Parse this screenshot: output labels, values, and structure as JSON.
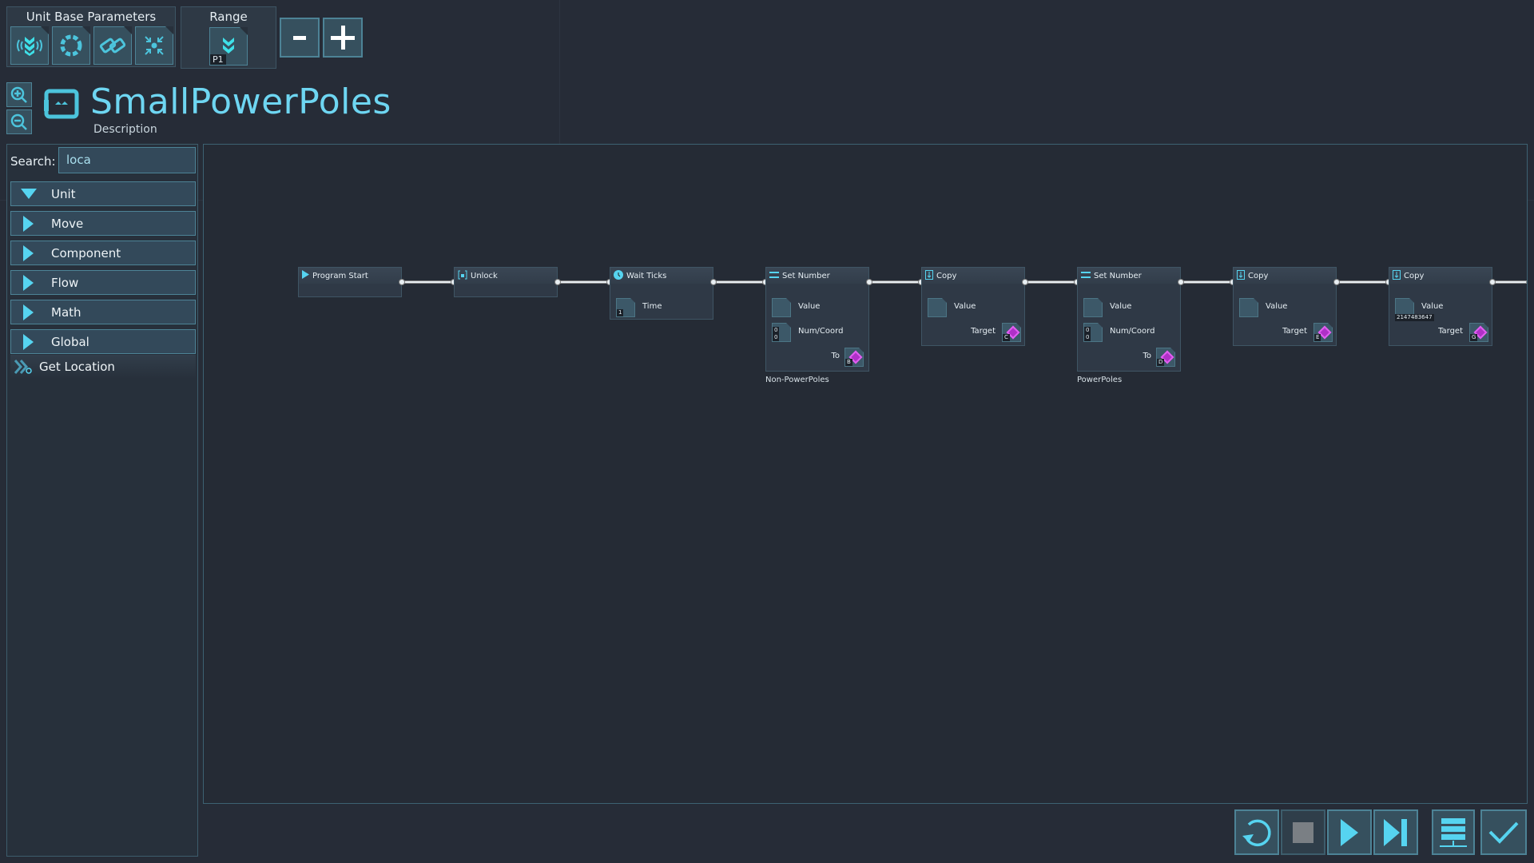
{
  "unit_base_parameters": {
    "title": "Unit Base Parameters",
    "icons": [
      "signal-icon",
      "portal-icon",
      "link-icon",
      "compress-icon"
    ]
  },
  "range": {
    "title": "Range",
    "badge": "P1"
  },
  "program": {
    "title": "SmallPowerPoles",
    "description": "Description"
  },
  "search": {
    "label": "Search:",
    "value": "loca"
  },
  "categories": [
    {
      "label": "Unit",
      "expanded": true
    },
    {
      "label": "Move",
      "expanded": false
    },
    {
      "label": "Component",
      "expanded": false
    },
    {
      "label": "Flow",
      "expanded": false
    },
    {
      "label": "Math",
      "expanded": false
    },
    {
      "label": "Global",
      "expanded": false
    }
  ],
  "search_result": "Get Location",
  "nodes": [
    {
      "type": "start",
      "title": "Program Start",
      "params": []
    },
    {
      "type": "unlock",
      "title": "Unlock",
      "params": []
    },
    {
      "type": "wait",
      "title": "Wait Ticks",
      "params": [
        {
          "label": "Time",
          "value": "1"
        }
      ]
    },
    {
      "type": "set",
      "title": "Set Number",
      "params": [
        {
          "label": "Value"
        },
        {
          "label": "Num/Coord",
          "value": "0\n0"
        },
        {
          "label": "To",
          "tag": "B"
        }
      ],
      "footer": "Non-PowerPoles"
    },
    {
      "type": "copy",
      "title": "Copy",
      "params": [
        {
          "label": "Value"
        },
        {
          "label": "Target",
          "tag": "C"
        }
      ]
    },
    {
      "type": "set",
      "title": "Set Number",
      "params": [
        {
          "label": "Value"
        },
        {
          "label": "Num/Coord",
          "value": "0\n0"
        },
        {
          "label": "To",
          "tag": "D"
        }
      ],
      "footer": "PowerPoles"
    },
    {
      "type": "copy",
      "title": "Copy",
      "params": [
        {
          "label": "Value"
        },
        {
          "label": "Target",
          "tag": "E"
        }
      ]
    },
    {
      "type": "copy",
      "title": "Copy",
      "params": [
        {
          "label": "Value",
          "value_below": "2147483647"
        },
        {
          "label": "Target",
          "tag": "G"
        }
      ]
    }
  ],
  "colors": {
    "accent": "#6ed6f2",
    "register": "#b030c8",
    "background": "#262c37"
  }
}
